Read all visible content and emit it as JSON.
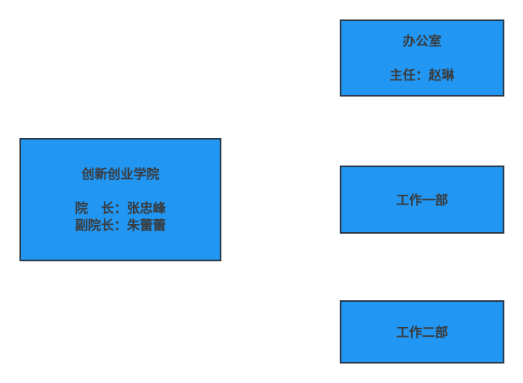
{
  "org_chart": {
    "root": {
      "name": "创新创业学院",
      "lines": [
        "院　长：张忠峰",
        "副院长：朱蕾蕾"
      ]
    },
    "children": [
      {
        "name": "办公室",
        "lines": [
          "主任：赵琳"
        ]
      },
      {
        "name": "工作一部",
        "lines": []
      },
      {
        "name": "工作二部",
        "lines": []
      }
    ]
  },
  "colors": {
    "box_fill": "#2196f3",
    "box_border": "#2b3a4a",
    "text": "#3a3a3a"
  }
}
